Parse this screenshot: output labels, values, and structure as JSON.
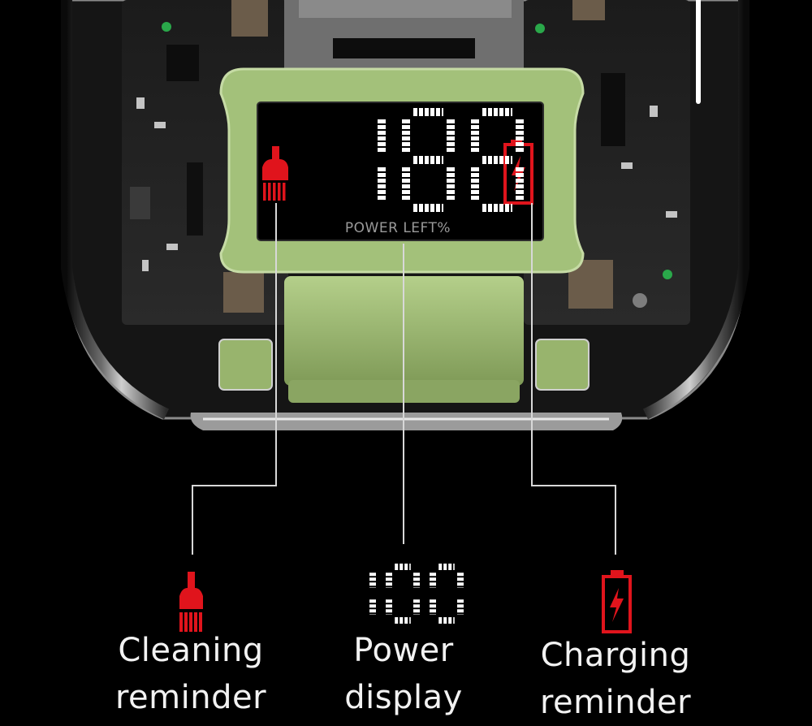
{
  "display": {
    "lcd_digits": "188",
    "lcd_label": "POWER LEFT%",
    "demo_digits": "100"
  },
  "features": [
    {
      "icon": "cleaning-brush-icon",
      "line1": "Cleaning",
      "line2": "reminder"
    },
    {
      "icon": "power-digits-icon",
      "line1": "Power",
      "line2": "display"
    },
    {
      "icon": "charging-battery-icon",
      "line1": "Charging",
      "line2": "reminder"
    }
  ],
  "colors": {
    "background": "#000000",
    "indicator_red": "#e0141c",
    "frame_green": "#a3c17a",
    "callout_line": "#d8d8d8",
    "text": "#f2f2f2"
  }
}
